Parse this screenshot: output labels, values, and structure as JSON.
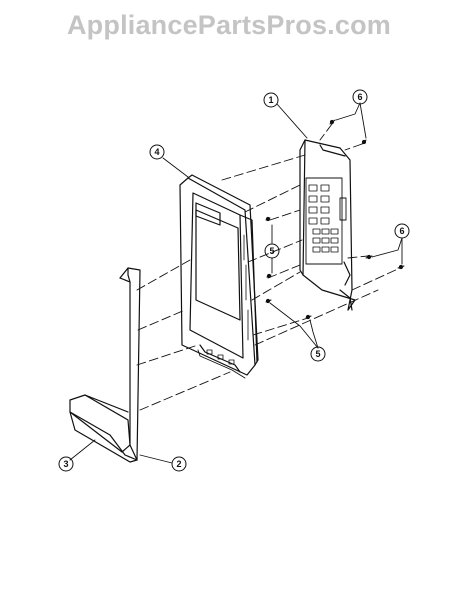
{
  "watermark": "AppliancePartsPros.com",
  "callouts": {
    "c1": "1",
    "c2": "2",
    "c3": "3",
    "c4": "4",
    "c5a": "5",
    "c5b": "5",
    "c6a": "6",
    "c6b": "6"
  }
}
